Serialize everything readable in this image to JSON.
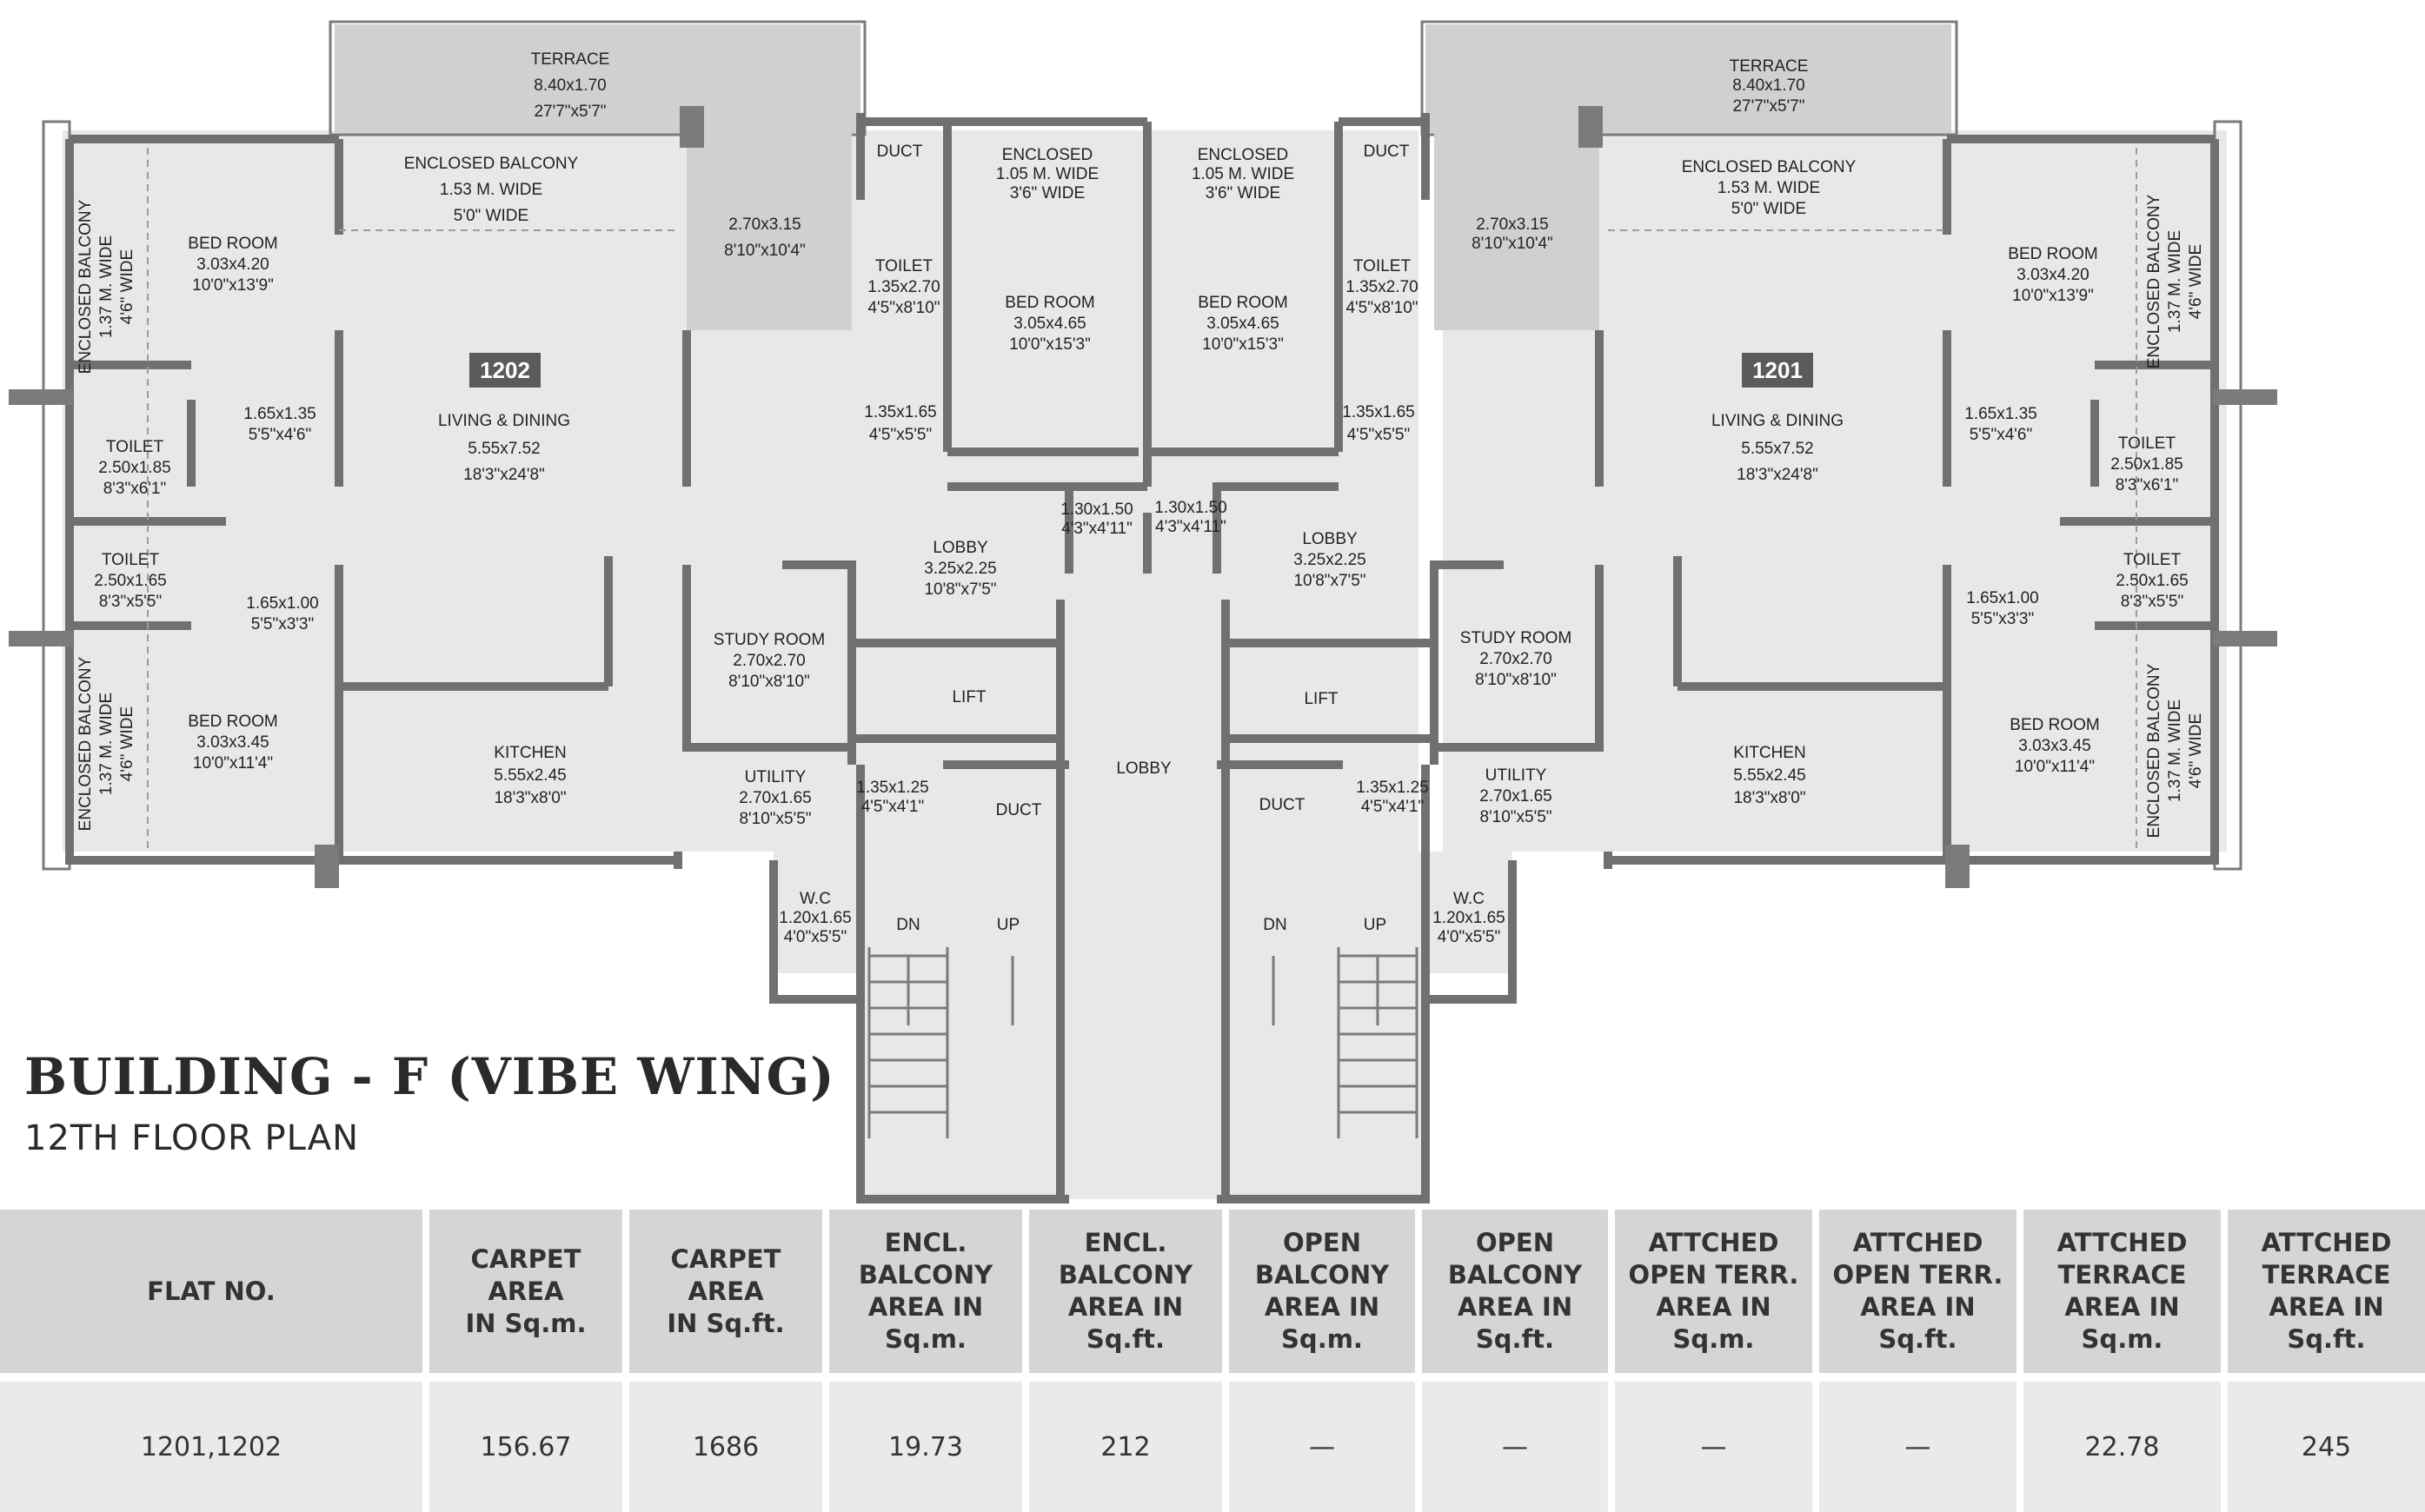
{
  "plan": {
    "flats": [
      "1202",
      "1201"
    ],
    "rooms": {
      "terrace_label": "TERRACE",
      "terrace_dim_m": "8.40x1.70",
      "terrace_dim_ft": "27'7\"x5'7\"",
      "enclosed_balcony_label": "ENCLOSED BALCONY",
      "enclosed_balcony_w_m": "1.53 M. WIDE",
      "enclosed_balcony_w_ft": "5'0\" WIDE",
      "side_balcony_label": "ENCLOSED BALCONY",
      "side_balcony_w_m": "1.37 M. WIDE",
      "side_balcony_w_ft": "4'6\" WIDE",
      "dark_dim_m": "2.70x3.15",
      "dark_dim_ft": "8'10\"x10'4\"",
      "duct": "DUCT",
      "encl_105_label": "ENCLOSED",
      "encl_105_w_m": "1.05 M. WIDE",
      "encl_105_w_ft": "3'6\" WIDE",
      "toilet_label": "TOILET",
      "toilet_a_m": "1.35x2.70",
      "toilet_a_ft": "4'5\"x8'10\"",
      "toilet_b_m": "2.50x1.85",
      "toilet_b_ft": "8'3\"x6'1\"",
      "toilet_c_m": "2.50x1.65",
      "toilet_c_ft": "8'3\"x5'5\"",
      "bed_label": "BED ROOM",
      "bed_a_m": "3.03x4.20",
      "bed_a_ft": "10'0\"x13'9\"",
      "bed_b_m": "3.05x4.65",
      "bed_b_ft": "10'0\"x15'3\"",
      "bed_c_m": "3.03x3.45",
      "bed_c_ft": "10'0\"x11'4\"",
      "pass_a_m": "1.65x1.35",
      "pass_a_ft": "5'5\"x4'6\"",
      "pass_b_m": "1.65x1.00",
      "pass_b_ft": "5'5\"x3'3\"",
      "pass_c_m": "1.35x1.65",
      "pass_c_ft": "4'5\"x5'5\"",
      "pass_d_m": "1.30x1.50",
      "pass_d_ft": "4'3\"x4'11\"",
      "pass_e_m": "1.35x1.25",
      "pass_e_ft": "4'5\"x4'1\"",
      "living_label": "LIVING & DINING",
      "living_m": "5.55x7.52",
      "living_ft": "18'3\"x24'8\"",
      "lobby_label": "LOBBY",
      "lobby_m": "3.25x2.25",
      "lobby_ft": "10'8\"x7'5\"",
      "study_label": "STUDY ROOM",
      "study_m": "2.70x2.70",
      "study_ft": "8'10\"x8'10\"",
      "lift_label": "LIFT",
      "kitchen_label": "KITCHEN",
      "kitchen_m": "5.55x2.45",
      "kitchen_ft": "18'3\"x8'0\"",
      "utility_label": "UTILITY",
      "utility_m": "2.70x1.65",
      "utility_ft": "8'10\"x5'5\"",
      "wc_label": "W.C",
      "wc_m": "1.20x1.65",
      "wc_ft": "4'0\"x5'5\"",
      "dn": "DN",
      "up": "UP"
    }
  },
  "title": "BUILDING - F (VIBE WING)",
  "subtitle": "12TH FLOOR PLAN",
  "table": {
    "headers": [
      [
        "FLAT NO."
      ],
      [
        "CARPET",
        "AREA",
        "IN Sq.m."
      ],
      [
        "CARPET",
        "AREA",
        "IN Sq.ft."
      ],
      [
        "ENCL.",
        "BALCONY",
        "AREA IN",
        "Sq.m."
      ],
      [
        "ENCL.",
        "BALCONY",
        "AREA IN",
        "Sq.ft."
      ],
      [
        "OPEN",
        "BALCONY",
        "AREA IN",
        "Sq.m."
      ],
      [
        "OPEN",
        "BALCONY",
        "AREA IN",
        "Sq.ft."
      ],
      [
        "ATTCHED",
        "OPEN TERR.",
        "AREA IN",
        "Sq.m."
      ],
      [
        "ATTCHED",
        "OPEN TERR.",
        "AREA IN",
        "Sq.ft."
      ],
      [
        "ATTCHED",
        "TERRACE",
        "AREA IN",
        "Sq.m."
      ],
      [
        "ATTCHED",
        "TERRACE",
        "AREA IN",
        "Sq.ft."
      ]
    ],
    "row": [
      "1201,1202",
      "156.67",
      "1686",
      "19.73",
      "212",
      "—",
      "—",
      "—",
      "—",
      "22.78",
      "245"
    ]
  }
}
